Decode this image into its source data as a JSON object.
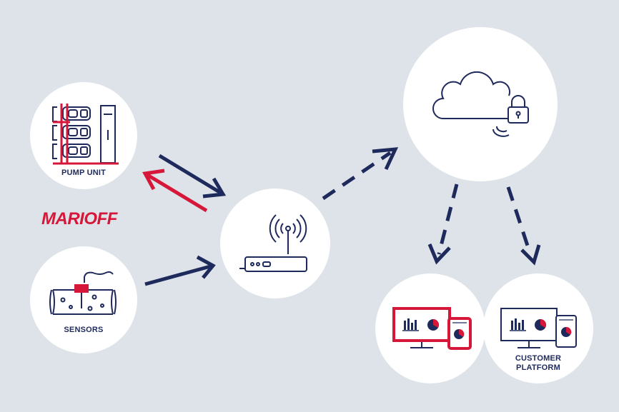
{
  "nodes": {
    "pump_unit": {
      "label": "PUMP UNIT",
      "icon": "pump-unit-icon"
    },
    "sensors": {
      "label": "SENSORS",
      "icon": "pipe-sensor-icon"
    },
    "router": {
      "icon": "wireless-router-icon"
    },
    "cloud": {
      "icon": "secure-cloud-icon"
    },
    "monitor_own": {
      "icon": "dashboard-monitor-tablet-icon"
    },
    "customer_platform": {
      "label_line1": "CUSTOMER",
      "label_line2": "PLATFORM",
      "icon": "dashboard-monitor-tablet-icon"
    }
  },
  "brand": {
    "text": "MARIOFF",
    "color": "#d7173a"
  },
  "colors": {
    "navy": "#1f2a5c",
    "red": "#d7173a",
    "background": "#dde3e8"
  }
}
